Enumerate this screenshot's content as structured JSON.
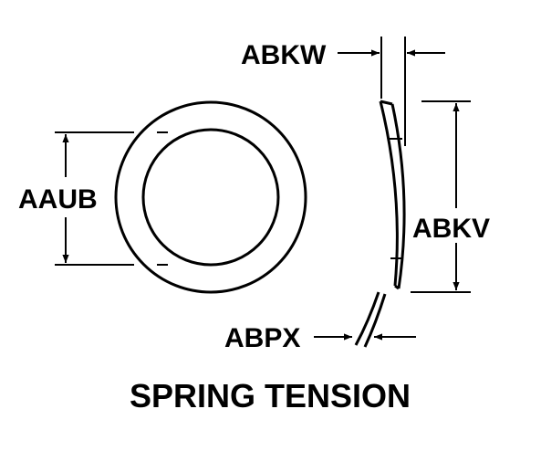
{
  "labels": {
    "aaub": "AAUB",
    "abkw": "ABKW",
    "abkv": "ABKV",
    "abpx": "ABPX"
  },
  "title": "SPRING TENSION",
  "colors": {
    "line": "#000000",
    "background": "#ffffff"
  }
}
